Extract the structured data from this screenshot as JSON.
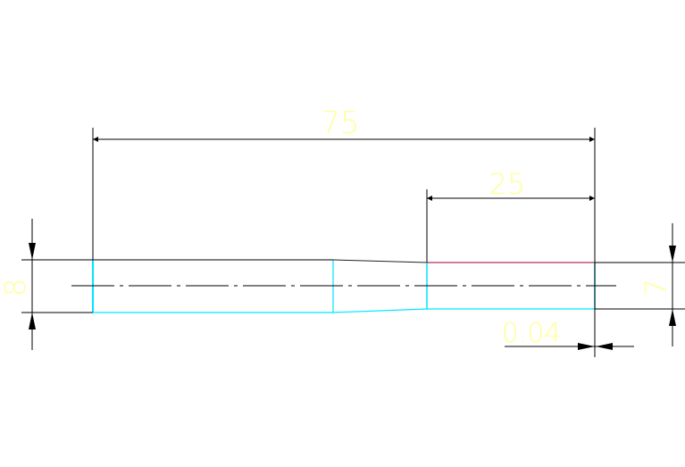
{
  "colors": {
    "canvas": "#ffffff",
    "band": "#ffffff",
    "dimension_line": "#000000",
    "dimension_text": "#ffff99",
    "part_outline": "#00e5ff",
    "accent_edge": "#b03060",
    "centerline": "#000000"
  },
  "dimensions": {
    "overall_length": "75",
    "tip_length": "25",
    "left_diameter": "8",
    "right_diameter": "7",
    "step_offset": "0.04"
  }
}
